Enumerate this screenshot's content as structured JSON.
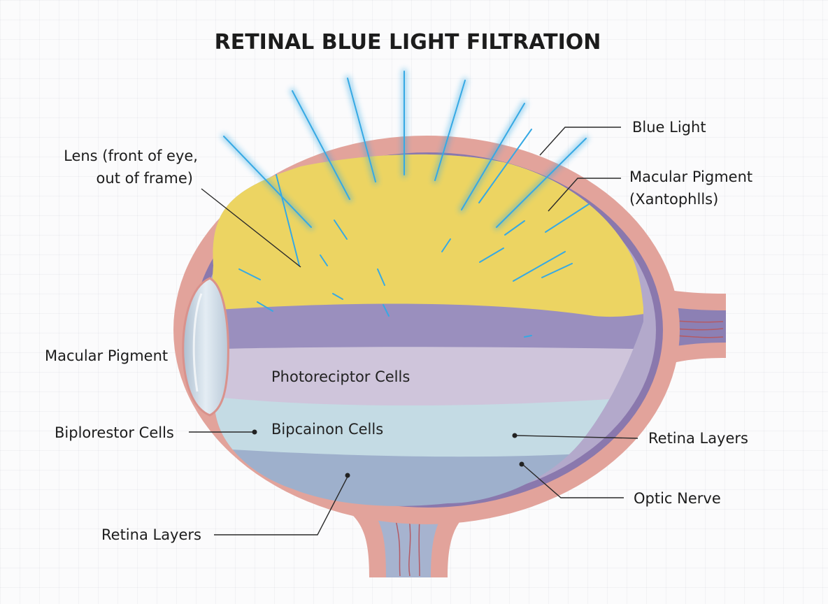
{
  "title": "RETINAL BLUE LIGHT FILTRATION",
  "labels": {
    "lens_line1": "Lens (front of eye,",
    "lens_line2": "out of frame)",
    "blue_light": "Blue Light",
    "macular_right_line1": "Macular Pigment",
    "macular_right_line2": "(Xantophlls)",
    "macular_left": "Macular Pigment",
    "photoreceptor": "Photoreciptor Cells",
    "bipolar_inner": "Bipcainon Cells",
    "bipolar_left": "Biplorestor Cells",
    "retina_layers_right": "Retina Layers",
    "optic_nerve": "Optic Nerve",
    "retina_layers_bottom": "Retina Layers"
  },
  "colors": {
    "sclera": "#e2a39b",
    "choroid": "#8a78ad",
    "macular_pigment": "#ecd462",
    "photoreceptor_layer": "#cfc5db",
    "bipolar_layer": "#c4dbe4",
    "lower_retina": "#9eb0cc",
    "blue_light": "#36a9e4",
    "lens": "#c8d8e6"
  }
}
